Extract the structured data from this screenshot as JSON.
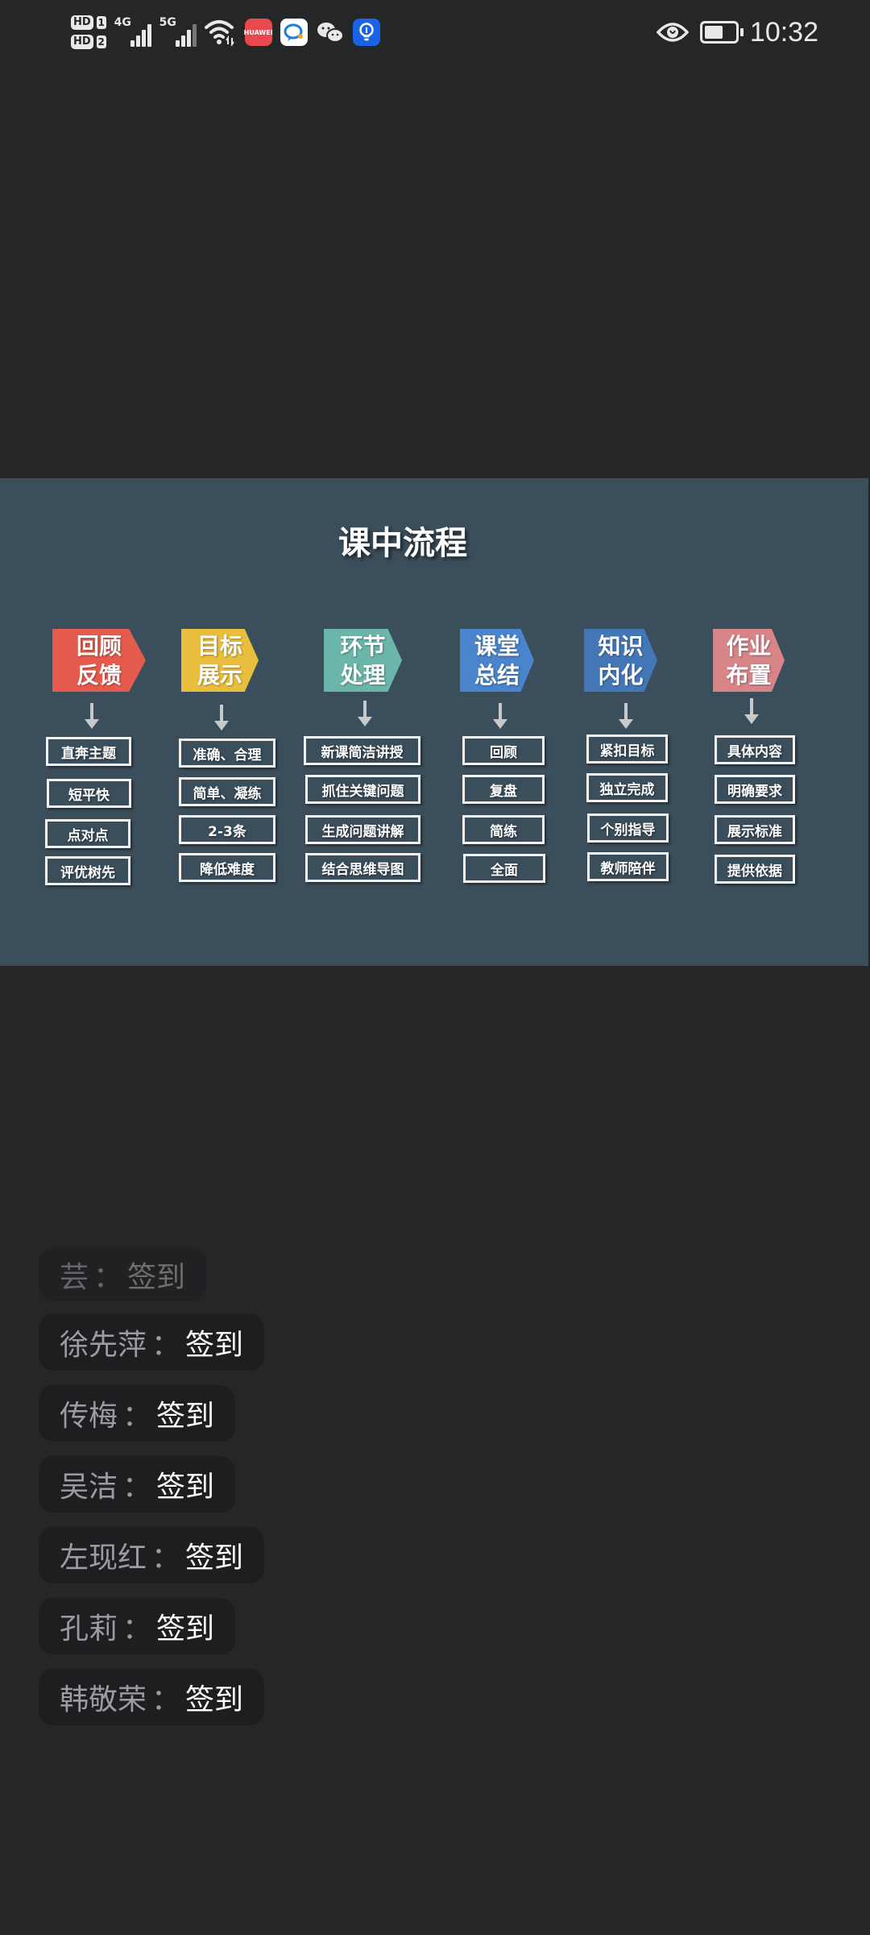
{
  "status_bar": {
    "sim1": {
      "label": "HD",
      "slot": "1"
    },
    "sim2": {
      "label": "HD",
      "slot": "2"
    },
    "network1": "4G",
    "network2": "5G",
    "apps": [
      {
        "name": "huawei-appgallery",
        "text": "HUAWEI",
        "color": "#e8484e"
      },
      {
        "name": "chat-app",
        "text": "",
        "color": "#ffffff"
      },
      {
        "name": "wechat",
        "text": "",
        "color": "transparent"
      },
      {
        "name": "lightbulb-app",
        "text": "",
        "color": "#1a62e6"
      }
    ],
    "time": "10:32"
  },
  "slide": {
    "title": "课中流程",
    "columns": [
      {
        "header": [
          "回顾",
          "反馈"
        ],
        "color": "#e55c4e",
        "items": [
          "直奔主题",
          "短平快",
          "点对点",
          "评优树先"
        ]
      },
      {
        "header": [
          "目标",
          "展示"
        ],
        "color": "#e9be3e",
        "items": [
          "准确、合理",
          "简单、凝练",
          "2-3条",
          "降低难度"
        ]
      },
      {
        "header": [
          "环节",
          "处理"
        ],
        "color": "#6cb5aa",
        "items": [
          "新课简洁讲授",
          "抓住关键问题",
          "生成问题讲解",
          "结合思维导图"
        ]
      },
      {
        "header": [
          "课堂",
          "总结"
        ],
        "color": "#4a84cc",
        "items": [
          "回顾",
          "复盘",
          "简练",
          "全面"
        ]
      },
      {
        "header": [
          "知识",
          "内化"
        ],
        "color": "#4477b7",
        "items": [
          "紧扣目标",
          "独立完成",
          "个别指导",
          "教师陪伴"
        ]
      },
      {
        "header": [
          "作业",
          "布置"
        ],
        "color": "#d88588",
        "items": [
          "具体内容",
          "明确要求",
          "展示标准",
          "提供依据"
        ]
      }
    ]
  },
  "chat": {
    "separator": "：",
    "messages": [
      {
        "name": "芸",
        "text": "签到"
      },
      {
        "name": "徐先萍",
        "text": "签到"
      },
      {
        "name": "传梅",
        "text": "签到"
      },
      {
        "name": "吴洁",
        "text": "签到"
      },
      {
        "name": "左现红",
        "text": "签到"
      },
      {
        "name": "孔莉",
        "text": "签到"
      },
      {
        "name": "韩敬荣",
        "text": "签到"
      }
    ]
  }
}
